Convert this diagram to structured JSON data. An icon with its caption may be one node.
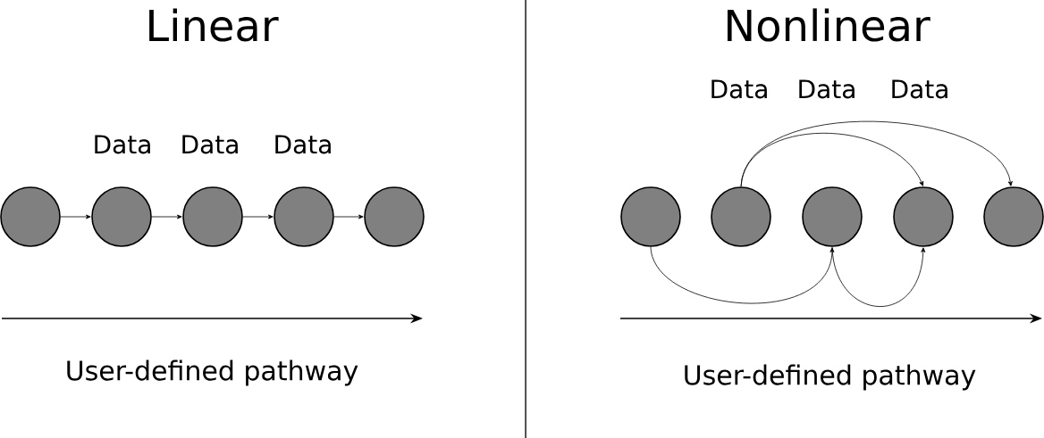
{
  "diagram": {
    "nodes": [
      {
        "text": [],
        "shape": "circle"
      },
      {
        "text": [],
        "shape": "circle"
      },
      {
        "text": [],
        "shape": "circle"
      },
      {
        "text": [],
        "shape": "circle"
      },
      {
        "text": [],
        "shape": "circle"
      },
      {
        "text": [],
        "shape": "circle"
      },
      {
        "text": [],
        "shape": "circle"
      },
      {
        "text": [],
        "shape": "circle"
      },
      {
        "text": [],
        "shape": "circle"
      },
      {
        "text": [],
        "shape": "circle"
      }
    ],
    "edges": [
      {
        "from": 0,
        "to": 1,
        "arrow": "to"
      },
      {
        "from": 1,
        "to": 2,
        "arrow": "to"
      },
      {
        "from": 2,
        "to": 3,
        "arrow": "to"
      },
      {
        "from": 3,
        "to": 4,
        "arrow": "to"
      },
      {
        "from": 6,
        "to": 8,
        "arrow": "to"
      },
      {
        "from": 6,
        "to": 9,
        "arrow": "to"
      },
      {
        "from": 5,
        "to": 7,
        "arrow": "to"
      },
      {
        "from": 7,
        "to": 8,
        "arrow": "to"
      }
    ],
    "labels": [
      "Linear",
      "Nonlinear",
      "Data",
      "Data",
      "Data",
      "Data",
      "Data",
      "Data",
      "User-defined pathway",
      "User-defined pathway"
    ]
  }
}
